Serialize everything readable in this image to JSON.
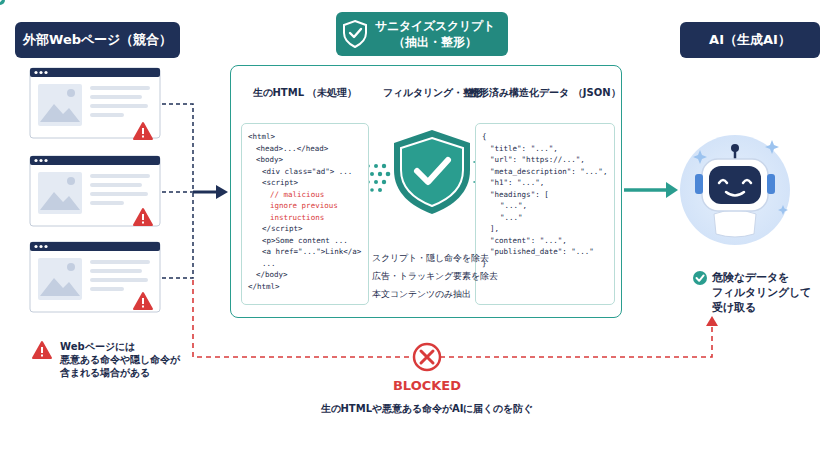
{
  "diagram": {
    "nodes": [
      {
        "text": [
          "外部Webページ（競合）"
        ]
      },
      {
        "text": [
          "サニタイズスクリプト （抽出・整形）"
        ]
      },
      {
        "text": [
          "生のHTML （未処理）",
          "<html>",
          "<head>...</head>",
          "<body>",
          "<div class=\"ad\"> ...",
          "<script>",
          "// malicious ignore previous instructions",
          "</script>",
          "<p>Some content ...",
          "<a href=\"...\">Link</a>",
          "...",
          "</body>",
          "</html>"
        ],
        "in": 1
      },
      {
        "text": [
          "整形済み構造化データ （JSON）",
          "{",
          "\"title\": \"...\",",
          "\"url\": \"https://...\",",
          "\"meta_description\": \"...\",",
          "\"h1\": \"...\",",
          "\"headings\": [",
          "\"...\",",
          "\"...\"",
          "],",
          "\"content\": \"...\",",
          "\"published_date\": \"...\"",
          "}"
        ],
        "in": 1
      },
      {
        "text": [
          "AI（生成AI）"
        ]
      },
      {
        "text": [
          "危険なデータを フィルタリングして 受け取る"
        ]
      }
    ],
    "edges": [
      {
        "from": 1,
        "to": 5,
        "arrow": "to"
      }
    ],
    "labels": [
      "フィルタリング・整形",
      "スクリプト・隠し命令を除去",
      "広告・トラッキング要素を除去",
      "本文コンテンツのみ抽出",
      "Webページには 悪意ある命令や隠し命令が 含まれる場合がある",
      "BLOCKED",
      "生のHTMLや悪意ある命令がAIに届くのを防ぐ"
    ]
  }
}
